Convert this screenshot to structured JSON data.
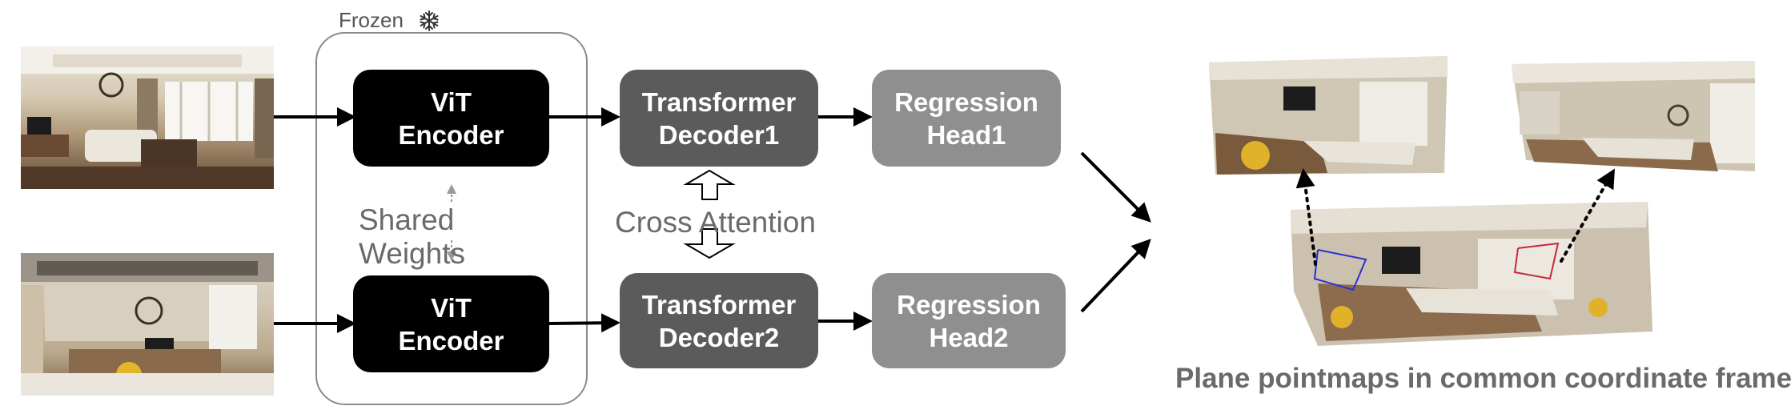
{
  "frozen": {
    "label": "Frozen",
    "icon": "snowflake-icon"
  },
  "encoders": [
    {
      "line1": "ViT",
      "line2": "Encoder"
    },
    {
      "line1": "ViT",
      "line2": "Encoder"
    }
  ],
  "shared_weights": "Shared Weights",
  "decoders": [
    {
      "line1": "Transformer",
      "line2": "Decoder1"
    },
    {
      "line1": "Transformer",
      "line2": "Decoder2"
    }
  ],
  "cross_attention": "Cross Attention",
  "heads": [
    {
      "line1": "Regression",
      "line2": "Head1"
    },
    {
      "line1": "Regression",
      "line2": "Head2"
    }
  ],
  "output_caption": "Plane pointmaps in common coordinate frame",
  "colors": {
    "encoder": "#000000",
    "decoder": "#5b5b5b",
    "head": "#8f8f8f",
    "text": "#6a6a6a"
  }
}
